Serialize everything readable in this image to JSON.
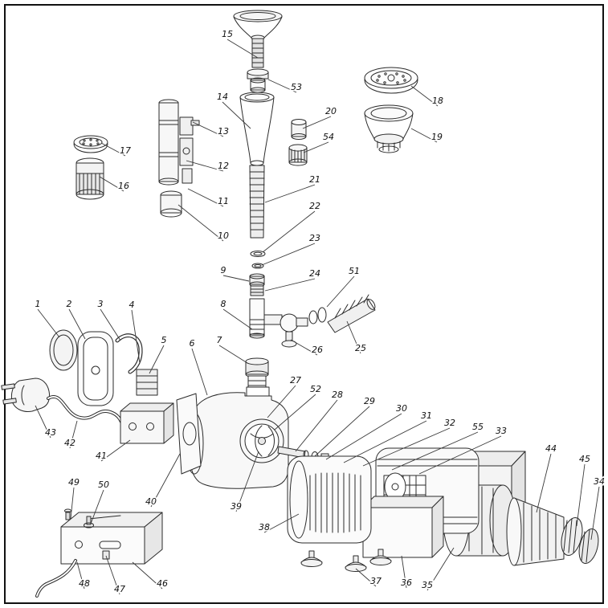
{
  "diagram": {
    "type": "exploded-parts-diagram",
    "subject": "fountain pump exploded view",
    "background": "#ffffff",
    "line_color": "#2b2b2b",
    "part_count": 55,
    "parts": [
      {
        "num": "1",
        "label": [
          47,
          382
        ],
        "target": [
          74,
          420
        ]
      },
      {
        "num": "2",
        "label": [
          86,
          382
        ],
        "target": [
          106,
          422
        ]
      },
      {
        "num": "3",
        "label": [
          125,
          382
        ],
        "target": [
          150,
          424
        ]
      },
      {
        "num": "4",
        "label": [
          164,
          383
        ],
        "target": [
          174,
          452
        ]
      },
      {
        "num": "5",
        "label": [
          204,
          427
        ],
        "target": [
          186,
          465
        ]
      },
      {
        "num": "6",
        "label": [
          239,
          431
        ],
        "target": [
          258,
          492
        ]
      },
      {
        "num": "7",
        "label": [
          273,
          427
        ],
        "target": [
          308,
          452
        ]
      },
      {
        "num": "8",
        "label": [
          278,
          382
        ],
        "target": [
          314,
          410
        ]
      },
      {
        "num": "9",
        "label": [
          278,
          340
        ],
        "target": [
          310,
          350
        ]
      },
      {
        "num": "10",
        "label": [
          278,
          297
        ],
        "target": [
          222,
          255
        ]
      },
      {
        "num": "11",
        "label": [
          278,
          254
        ],
        "target": [
          234,
          235
        ]
      },
      {
        "num": "12",
        "label": [
          278,
          210
        ],
        "target": [
          232,
          200
        ]
      },
      {
        "num": "13",
        "label": [
          278,
          167
        ],
        "target": [
          240,
          152
        ]
      },
      {
        "num": "14",
        "label": [
          277,
          124
        ],
        "target": [
          312,
          160
        ]
      },
      {
        "num": "15",
        "label": [
          283,
          46
        ],
        "target": [
          321,
          72
        ]
      },
      {
        "num": "16",
        "label": [
          154,
          235
        ],
        "target": [
          124,
          220
        ]
      },
      {
        "num": "17",
        "label": [
          156,
          191
        ],
        "target": [
          126,
          178
        ]
      },
      {
        "num": "18",
        "label": [
          545,
          129
        ],
        "target": [
          512,
          107
        ]
      },
      {
        "num": "19",
        "label": [
          544,
          174
        ],
        "target": [
          512,
          160
        ]
      },
      {
        "num": "20",
        "label": [
          412,
          142
        ],
        "target": [
          377,
          160
        ]
      },
      {
        "num": "21",
        "label": [
          392,
          227
        ],
        "target": [
          330,
          252
        ]
      },
      {
        "num": "22",
        "label": [
          392,
          260
        ],
        "target": [
          327,
          314
        ]
      },
      {
        "num": "23",
        "label": [
          392,
          300
        ],
        "target": [
          326,
          330
        ]
      },
      {
        "num": "24",
        "label": [
          392,
          344
        ],
        "target": [
          330,
          362
        ]
      },
      {
        "num": "25",
        "label": [
          449,
          437
        ],
        "target": [
          432,
          400
        ]
      },
      {
        "num": "26",
        "label": [
          395,
          439
        ],
        "target": [
          362,
          423
        ]
      },
      {
        "num": "27",
        "label": [
          368,
          477
        ],
        "target": [
          333,
          520
        ]
      },
      {
        "num": "28",
        "label": [
          420,
          495
        ],
        "target": [
          368,
          562
        ]
      },
      {
        "num": "29",
        "label": [
          460,
          503
        ],
        "target": [
          392,
          568
        ]
      },
      {
        "num": "30",
        "label": [
          500,
          512
        ],
        "target": [
          406,
          572
        ]
      },
      {
        "num": "31",
        "label": [
          531,
          521
        ],
        "target": [
          428,
          576
        ]
      },
      {
        "num": "32",
        "label": [
          560,
          530
        ],
        "target": [
          452,
          580
        ]
      },
      {
        "num": "33",
        "label": [
          624,
          540
        ],
        "target": [
          522,
          590
        ]
      },
      {
        "num": "34",
        "label": [
          746,
          603
        ],
        "target": [
          736,
          672
        ]
      },
      {
        "num": "35",
        "label": [
          532,
          732
        ],
        "target": [
          565,
          682
        ]
      },
      {
        "num": "36",
        "label": [
          506,
          729
        ],
        "target": [
          500,
          692
        ]
      },
      {
        "num": "37",
        "label": [
          468,
          727
        ],
        "target": [
          443,
          708
        ]
      },
      {
        "num": "38",
        "label": [
          329,
          660
        ],
        "target": [
          372,
          640
        ]
      },
      {
        "num": "39",
        "label": [
          294,
          634
        ],
        "target": [
          322,
          562
        ]
      },
      {
        "num": "40",
        "label": [
          188,
          628
        ],
        "target": [
          224,
          565
        ]
      },
      {
        "num": "41",
        "label": [
          126,
          571
        ],
        "target": [
          162,
          548
        ]
      },
      {
        "num": "42",
        "label": [
          87,
          555
        ],
        "target": [
          96,
          524
        ]
      },
      {
        "num": "43",
        "label": [
          63,
          542
        ],
        "target": [
          44,
          505
        ]
      },
      {
        "num": "44",
        "label": [
          686,
          562
        ],
        "target": [
          668,
          638
        ]
      },
      {
        "num": "45",
        "label": [
          728,
          575
        ],
        "target": [
          718,
          655
        ]
      },
      {
        "num": "46",
        "label": [
          202,
          730
        ],
        "target": [
          165,
          700
        ]
      },
      {
        "num": "47",
        "label": [
          149,
          737
        ],
        "target": [
          132,
          692
        ]
      },
      {
        "num": "48",
        "label": [
          105,
          730
        ],
        "target": [
          96,
          700
        ]
      },
      {
        "num": "49",
        "label": [
          92,
          604
        ],
        "target": [
          88,
          646
        ]
      },
      {
        "num": "50",
        "label": [
          129,
          607
        ],
        "target": [
          113,
          652
        ]
      },
      {
        "num": "51",
        "label": [
          441,
          341
        ],
        "target": [
          407,
          382
        ]
      },
      {
        "num": "52",
        "label": [
          393,
          488
        ],
        "target": [
          342,
          535
        ]
      },
      {
        "num": "53",
        "label": [
          369,
          112
        ],
        "target": [
          334,
          99
        ]
      },
      {
        "num": "54",
        "label": [
          409,
          174
        ],
        "target": [
          378,
          190
        ]
      },
      {
        "num": "55",
        "label": [
          595,
          535
        ],
        "target": [
          488,
          585
        ]
      }
    ]
  }
}
